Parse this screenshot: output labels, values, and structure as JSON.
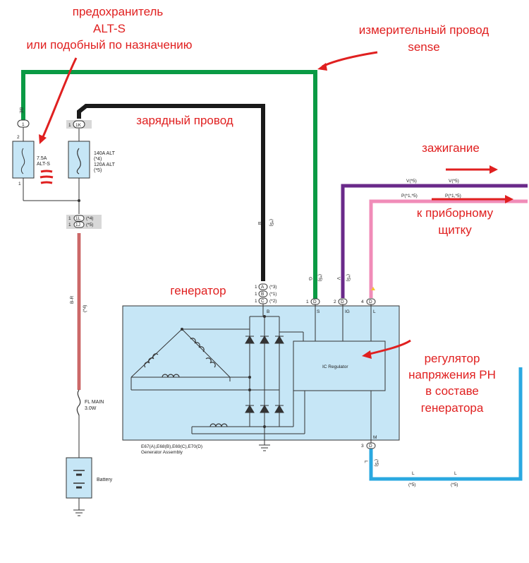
{
  "annotations": {
    "fuse_note": [
      "предохранитель",
      "ALT-S",
      "или подобный по назначению"
    ],
    "sense_note": [
      "измерительный провод",
      "sense"
    ],
    "charge_wire": "зарядный провод",
    "ignition": "зажигание",
    "dash": [
      "к приборному",
      "щитку"
    ],
    "generator": "генератор",
    "regulator": [
      "регулятор",
      "напряжения РН",
      "в составе",
      "генератора"
    ]
  },
  "labels": {
    "fuse_small": [
      "7.5A",
      "ALT-S"
    ],
    "fuse_big": [
      "140A ALT",
      "(*4)",
      "120A ALT",
      "(*5)"
    ],
    "conn_1": "1",
    "conn_2": "2",
    "conn_1k": "1K",
    "conn_1l": "1L",
    "conn_1j": "1J",
    "conn_1l_note": "(*4)",
    "conn_1j_note": "(*5)",
    "wire_be": "BE",
    "wire_b": "B",
    "wire_b_note": "(*5)",
    "wire_br": "B-R",
    "wire_br_note": "(*4)",
    "wire_g": "G",
    "wire_g_note": "(*5)",
    "wire_v": "V",
    "wire_v_note": "(*5)",
    "wire_v_top1": "V(*5)",
    "wire_v_top2": "V(*5)",
    "wire_p_top1": "P(*1,*5)",
    "wire_p_top2": "P(*1,*5)",
    "wire_l": "L",
    "wire_l_note": "(*5)",
    "wire_l_bot1": "L",
    "wire_l_bot2": "L",
    "wire_l_bot1_note": "(*5)",
    "wire_l_bot2_note": "(*5)",
    "pin_a": "A",
    "pin_b": "B",
    "pin_c": "C",
    "pin_a_note": "(*3)",
    "pin_b_note": "(*1)",
    "pin_c_note": "(*2)",
    "pin_d": "D",
    "pin_1": "1",
    "pin_2": "2",
    "pin_3": "3",
    "pin_4": "4",
    "term_b": "B",
    "term_s": "S",
    "term_ig": "IG",
    "term_l": "L",
    "term_m": "M",
    "regulator_box": "IC Regulator",
    "generator_assembly": [
      "E67(A),E68(B),E69(C),E70(D)",
      "Generator Assembly"
    ],
    "fl_main": [
      "FL MAIN",
      "3.0W"
    ],
    "battery": "Battery"
  },
  "colors": {
    "sense_wire": "#0a9a44",
    "charge_wire": "#1a1a1a",
    "ignition_wire": "#6a2a8a",
    "dash_wire": "#f08cb8",
    "lamp_wire": "#2aa8e0",
    "feed_wire": "#b01818",
    "generator_fill": "#c6e6f6",
    "annotation": "#e02020"
  }
}
